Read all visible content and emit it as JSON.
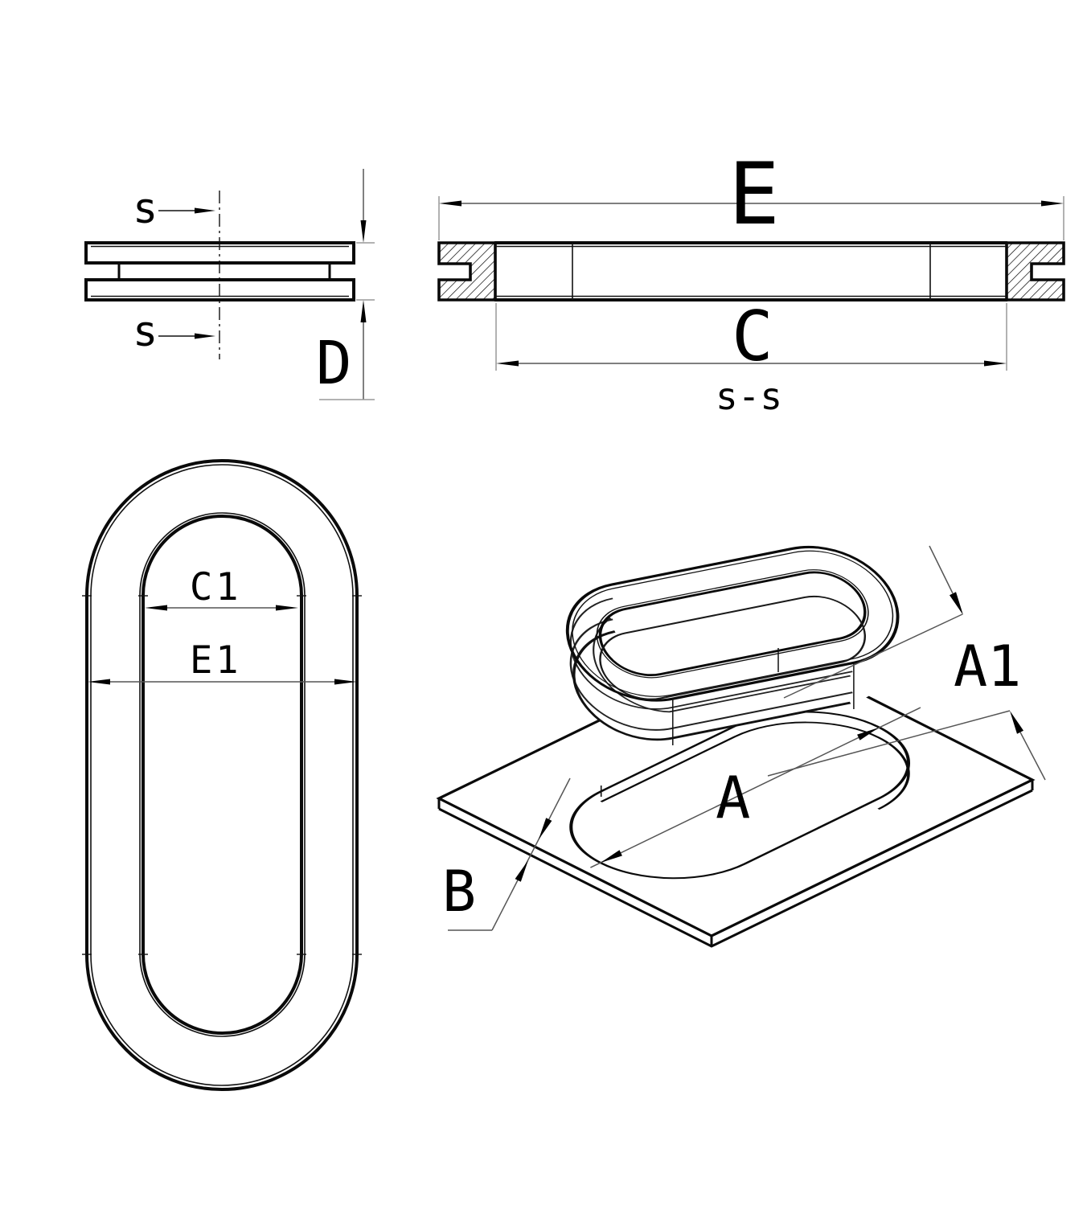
{
  "drawing": {
    "type": "technical-cad-drawing",
    "part": "oval grommet with mounting plate slot",
    "background": "#ffffff",
    "line_color": "#000000",
    "dim_line_color": "#555555",
    "extension_line_color": "#999999"
  },
  "labels": {
    "section_marker_top": "s",
    "section_marker_bottom": "s",
    "dim_d": "D",
    "dim_e": "E",
    "dim_c": "C",
    "section_title": "s-s",
    "dim_c1": "C1",
    "dim_e1": "E1",
    "dim_a": "A",
    "dim_a1": "A1",
    "dim_b": "B"
  }
}
